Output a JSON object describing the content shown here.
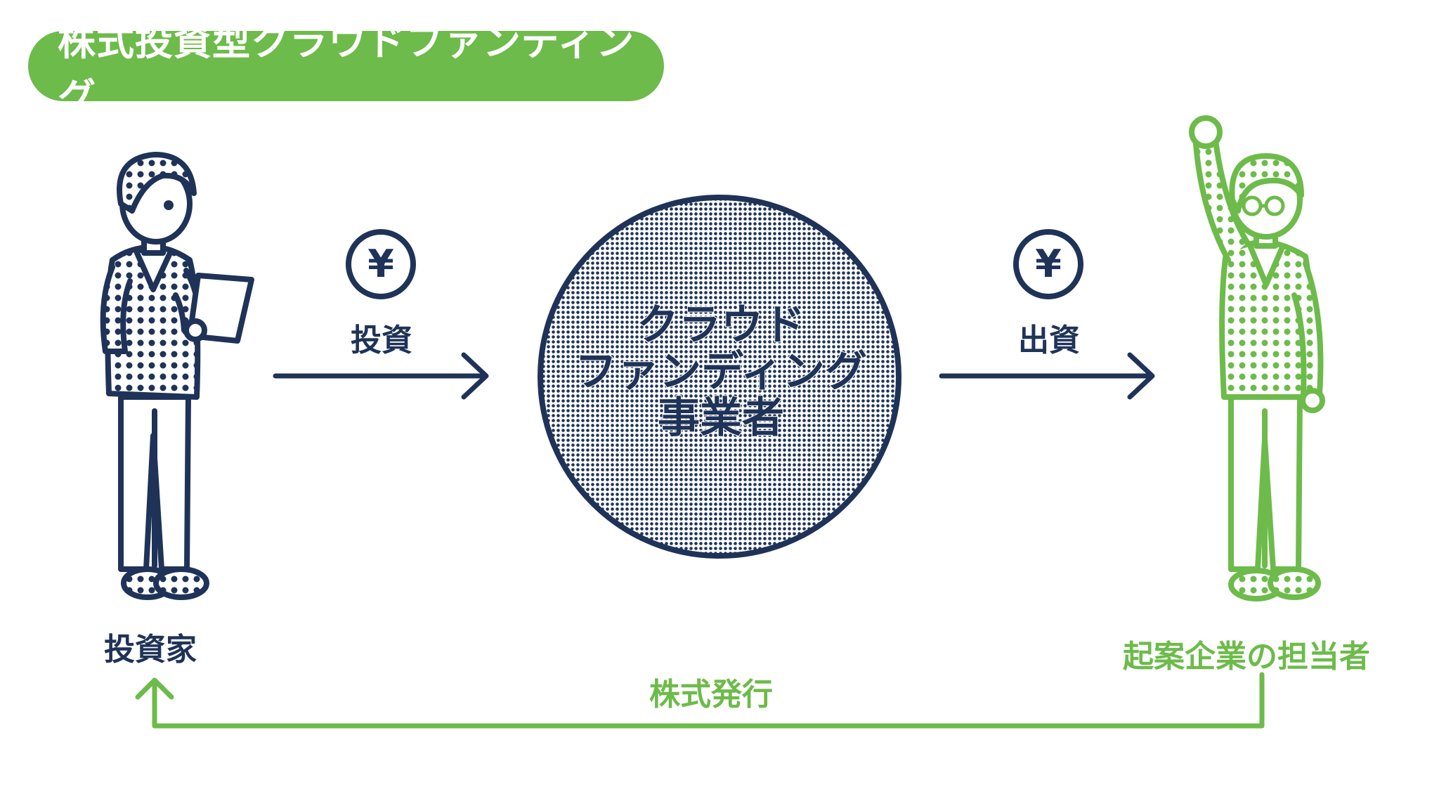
{
  "title": "株式投資型クラウドファンディング",
  "center": {
    "line1": "クラウド",
    "line2": "ファンディング",
    "line3": "事業者"
  },
  "flows": {
    "invest": {
      "symbol": "¥",
      "label": "投資"
    },
    "fund": {
      "symbol": "¥",
      "label": "出資"
    },
    "return_label": "株式発行"
  },
  "actors": {
    "investor": "投資家",
    "startup": "起案企業の担当者"
  },
  "colors": {
    "navy": "#1f3358",
    "green": "#6dbb4a",
    "circle_fill": "#c7ccd6"
  }
}
